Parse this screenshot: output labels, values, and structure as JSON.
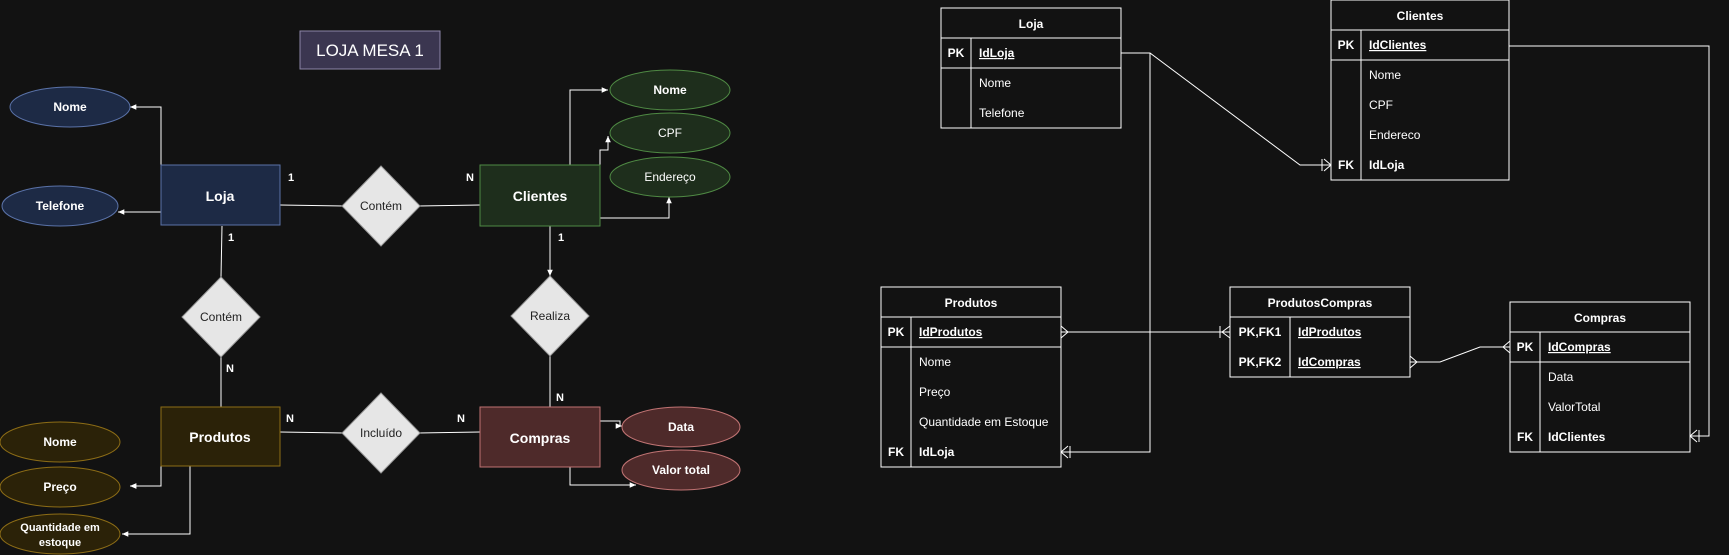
{
  "title": "LOJA MESA 1",
  "er": {
    "entities": {
      "loja": "Loja",
      "clientes": "Clientes",
      "produtos": "Produtos",
      "compras": "Compras"
    },
    "relationships": {
      "contem_loja_clientes": "Contém",
      "contem_loja_produtos": "Contém",
      "realiza": "Realiza",
      "incluido": "Incluído"
    },
    "attributes": {
      "loja_nome": "Nome",
      "loja_telefone": "Telefone",
      "clientes_nome": "Nome",
      "clientes_cpf": "CPF",
      "clientes_endereco": "Endereço",
      "produtos_nome": "Nome",
      "produtos_preco": "Preço",
      "produtos_qtd_line1": "Quantidade em",
      "produtos_qtd_line2": "estoque",
      "compras_data": "Data",
      "compras_valor": "Valor total"
    },
    "cardinalities": {
      "loja_to_contem1": "1",
      "clientes_to_contem1": "N",
      "loja_to_contem2": "1",
      "produtos_to_contem2": "N",
      "clientes_to_realiza": "1",
      "compras_to_realiza": "N",
      "produtos_to_incluido": "N",
      "compras_to_incluido": "N"
    }
  },
  "tables": {
    "loja": {
      "name": "Loja",
      "rows": [
        {
          "key": "PK",
          "field": "IdLoja"
        },
        {
          "key": "",
          "field": "Nome"
        },
        {
          "key": "",
          "field": "Telefone"
        }
      ]
    },
    "clientes": {
      "name": "Clientes",
      "rows": [
        {
          "key": "PK",
          "field": "IdClientes"
        },
        {
          "key": "",
          "field": "Nome"
        },
        {
          "key": "",
          "field": "CPF"
        },
        {
          "key": "",
          "field": "Endereco"
        },
        {
          "key": "FK",
          "field": "IdLoja"
        }
      ]
    },
    "produtos": {
      "name": "Produtos",
      "rows": [
        {
          "key": "PK",
          "field": "IdProdutos"
        },
        {
          "key": "",
          "field": "Nome"
        },
        {
          "key": "",
          "field": "Preço"
        },
        {
          "key": "",
          "field": "Quantidade em Estoque"
        },
        {
          "key": "FK",
          "field": "IdLoja"
        }
      ]
    },
    "produtoscompras": {
      "name": "ProdutosCompras",
      "rows": [
        {
          "key": "PK,FK1",
          "field": "IdProdutos"
        },
        {
          "key": "PK,FK2",
          "field": "IdCompras"
        }
      ]
    },
    "compras": {
      "name": "Compras",
      "rows": [
        {
          "key": "PK",
          "field": "IdCompras"
        },
        {
          "key": "",
          "field": "Data"
        },
        {
          "key": "",
          "field": "ValorTotal"
        },
        {
          "key": "FK",
          "field": "IdClientes"
        }
      ]
    }
  },
  "colors": {
    "background": "#121212",
    "title_fill": "#3b3650",
    "loja_fill": "#1d2a45",
    "loja_stroke": "#5a72a8",
    "clientes_fill": "#1e2e1c",
    "clientes_stroke": "#4f8a44",
    "produtos_fill": "#2b2208",
    "produtos_stroke": "#8d6d16",
    "compras_fill": "#4e2a2a",
    "compras_stroke": "#c07373",
    "diamond_fill": "#e6e6e6",
    "line": "#ffffff"
  }
}
